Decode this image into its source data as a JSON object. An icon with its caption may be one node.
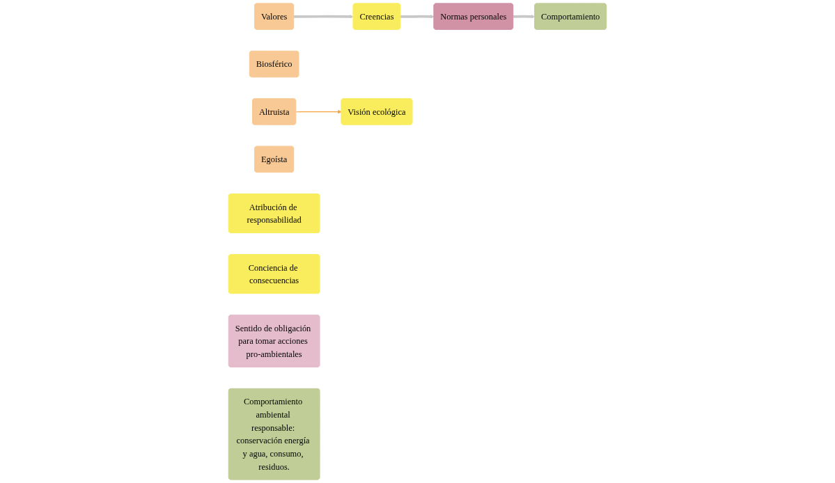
{
  "diagram": {
    "nodes": [
      {
        "text": [
          "Valores"
        ]
      },
      {
        "text": [
          "Creencias"
        ]
      },
      {
        "text": [
          "Normas personales"
        ]
      },
      {
        "text": [
          "Comportamiento"
        ]
      },
      {
        "text": [
          "Biosférico"
        ]
      },
      {
        "text": [
          "Altruista"
        ]
      },
      {
        "text": [
          "Egoísta"
        ]
      },
      {
        "text": [
          "Visión ecológica"
        ]
      },
      {
        "text": [
          "Atribución de responsabilidad"
        ]
      },
      {
        "text": [
          "Conciencia de consecuencias"
        ]
      },
      {
        "text": [
          "Sentido de obligación para tomar acciones pro-ambientales"
        ]
      },
      {
        "text": [
          "Comportamiento ambiental responsable: conservación energía y agua, consumo, residuos."
        ]
      }
    ],
    "edges": [
      {
        "from": 0,
        "to": 1,
        "arrow": "to"
      },
      {
        "from": 1,
        "to": 2,
        "arrow": "to"
      },
      {
        "from": 2,
        "to": 3,
        "arrow": "to"
      },
      {
        "from": 5,
        "to": 7,
        "arrow": "to",
        "color": "#f4a23c"
      }
    ]
  }
}
